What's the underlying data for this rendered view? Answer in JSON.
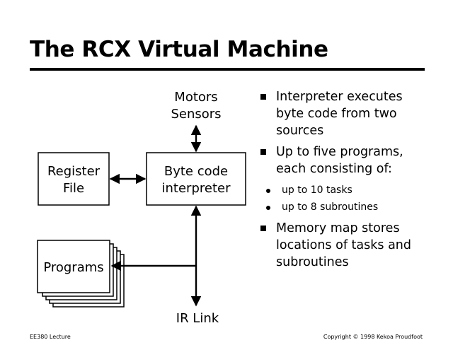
{
  "slide": {
    "title": "The RCX Virtual Machine",
    "footer_left": "EE380 Lecture",
    "footer_right": "Copyright © 1998 Kekoa Proudfoot"
  },
  "diagram": {
    "motors_label": "Motors",
    "sensors_label": "Sensors",
    "register_line1": "Register",
    "register_line2": "File",
    "interpreter_line1": "Byte code",
    "interpreter_line2": "interpreter",
    "programs_label": "Programs",
    "ir_link_label": "IR Link"
  },
  "bullets": {
    "b1_l1": "Interpreter executes",
    "b1_l2": "byte code from two",
    "b1_l3": "sources",
    "b2_l1": "Up to five programs,",
    "b2_l2": "each consisting of:",
    "sub1": "up to 10 tasks",
    "sub2": "up to 8 subroutines",
    "b3_l1": "Memory map stores",
    "b3_l2": "locations of tasks and",
    "b3_l3": "subroutines"
  }
}
